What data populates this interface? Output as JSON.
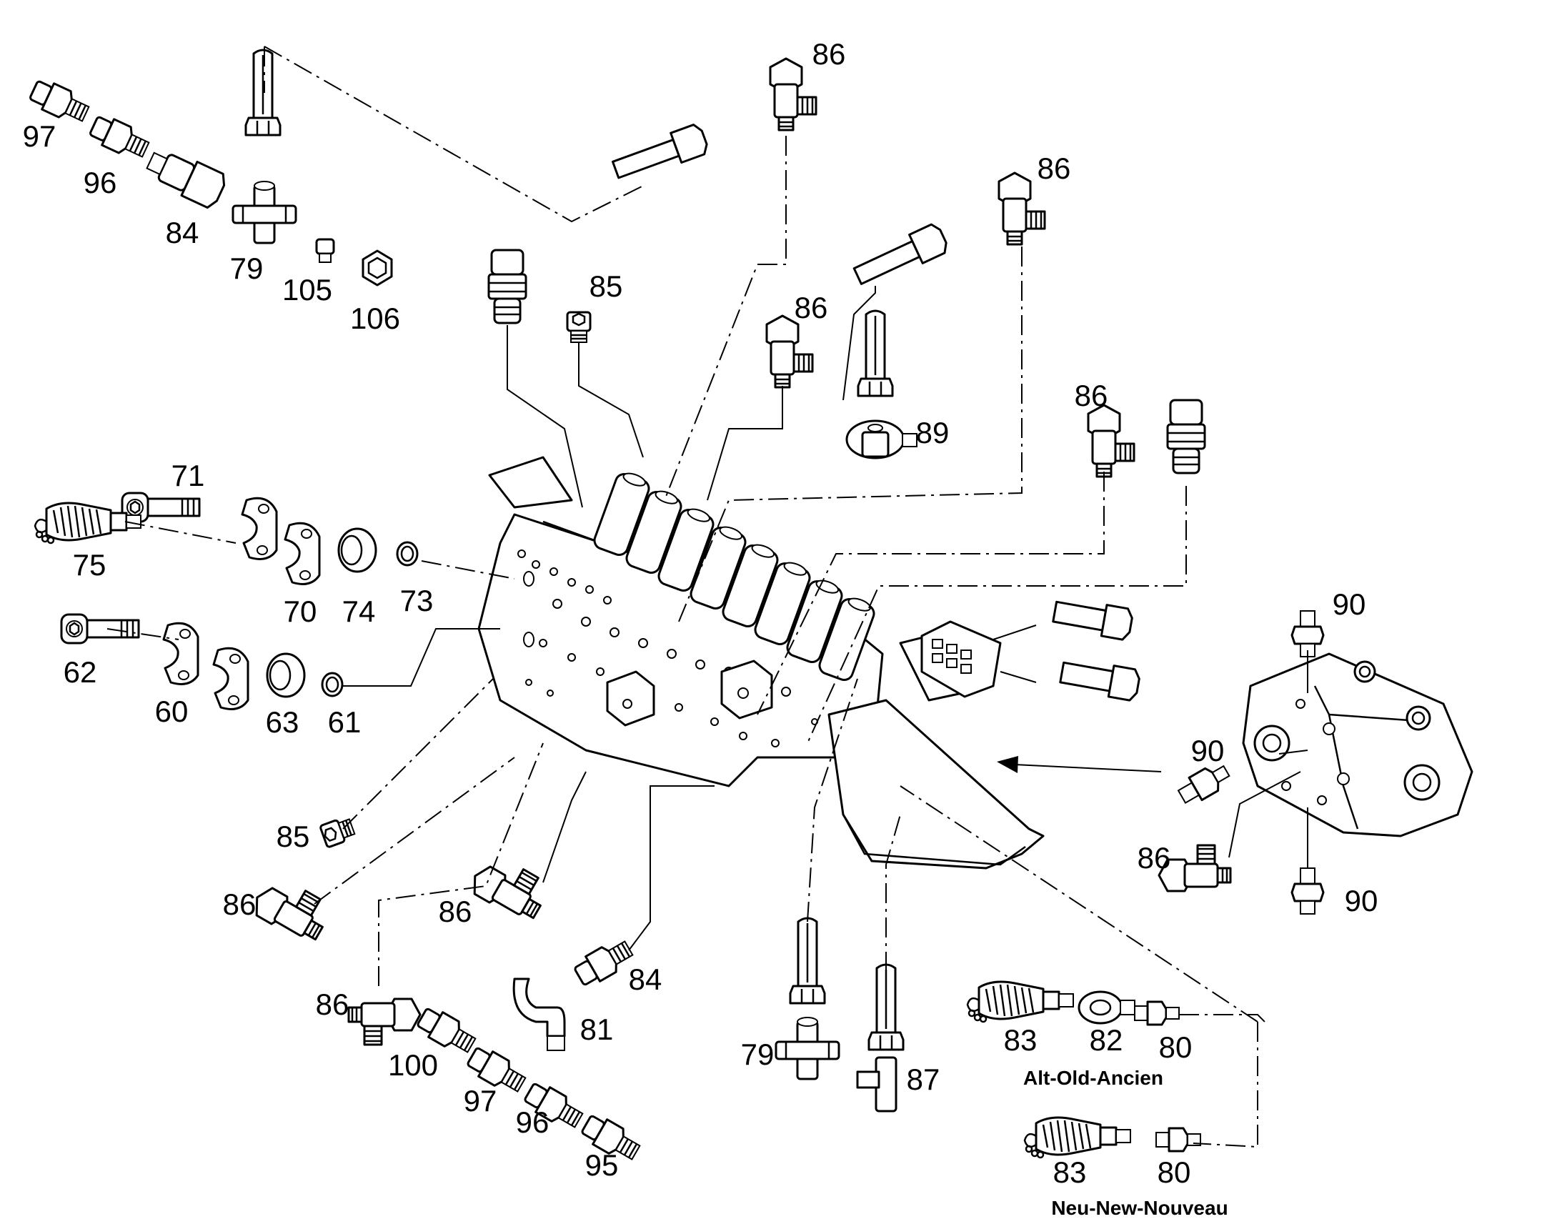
{
  "labels": [
    {
      "id": "p1",
      "text": "97"
    },
    {
      "id": "p2",
      "text": "96"
    },
    {
      "id": "p3",
      "text": "84"
    },
    {
      "id": "p4",
      "text": "79"
    },
    {
      "id": "p5",
      "text": "105"
    },
    {
      "id": "p6",
      "text": "106"
    },
    {
      "id": "p7",
      "text": "86"
    },
    {
      "id": "p8",
      "text": "85"
    },
    {
      "id": "p9",
      "text": "86"
    },
    {
      "id": "p10",
      "text": "86"
    },
    {
      "id": "p11",
      "text": "89"
    },
    {
      "id": "p12",
      "text": "86"
    },
    {
      "id": "p13",
      "text": "71"
    },
    {
      "id": "p14",
      "text": "75"
    },
    {
      "id": "p15",
      "text": "70"
    },
    {
      "id": "p16",
      "text": "74"
    },
    {
      "id": "p17",
      "text": "73"
    },
    {
      "id": "p18",
      "text": "62"
    },
    {
      "id": "p19",
      "text": "60"
    },
    {
      "id": "p20",
      "text": "63"
    },
    {
      "id": "p21",
      "text": "61"
    },
    {
      "id": "p22",
      "text": "90"
    },
    {
      "id": "p23",
      "text": "90"
    },
    {
      "id": "p24",
      "text": "86"
    },
    {
      "id": "p25",
      "text": "90"
    },
    {
      "id": "p26",
      "text": "85"
    },
    {
      "id": "p27",
      "text": "86"
    },
    {
      "id": "p28",
      "text": "86"
    },
    {
      "id": "p29",
      "text": "84"
    },
    {
      "id": "p30",
      "text": "81"
    },
    {
      "id": "p31",
      "text": "86"
    },
    {
      "id": "p32",
      "text": "100"
    },
    {
      "id": "p33",
      "text": "97"
    },
    {
      "id": "p34",
      "text": "96"
    },
    {
      "id": "p35",
      "text": "95"
    },
    {
      "id": "p36",
      "text": "79"
    },
    {
      "id": "p37",
      "text": "87"
    },
    {
      "id": "p38",
      "text": "83"
    },
    {
      "id": "p39",
      "text": "82"
    },
    {
      "id": "p40",
      "text": "80"
    },
    {
      "id": "p41",
      "text": "83"
    },
    {
      "id": "p42",
      "text": "80"
    }
  ],
  "variants": {
    "old": "Alt-Old-Ancien",
    "new": "Neu-New-Nouveau"
  }
}
